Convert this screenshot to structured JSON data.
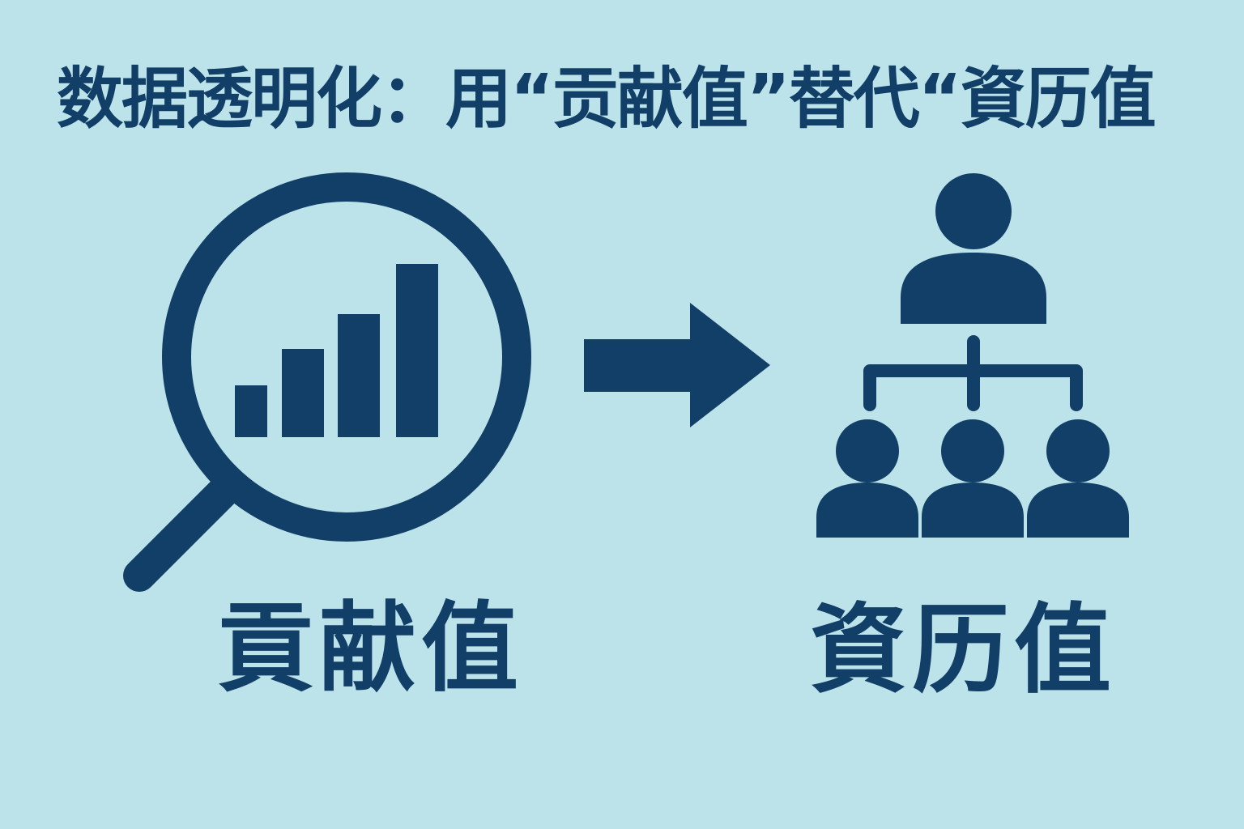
{
  "title": "数据透明化：用“贡献值”替代“資历值",
  "left_icon": {
    "icon": "magnifier-bar-chart-icon",
    "label": "貢献值"
  },
  "center_icon": {
    "icon": "right-arrow-icon"
  },
  "right_icon": {
    "icon": "organization-chart-icon",
    "label": "資历值"
  },
  "colors": {
    "background": "#bde3ea",
    "foreground": "#123f67"
  }
}
